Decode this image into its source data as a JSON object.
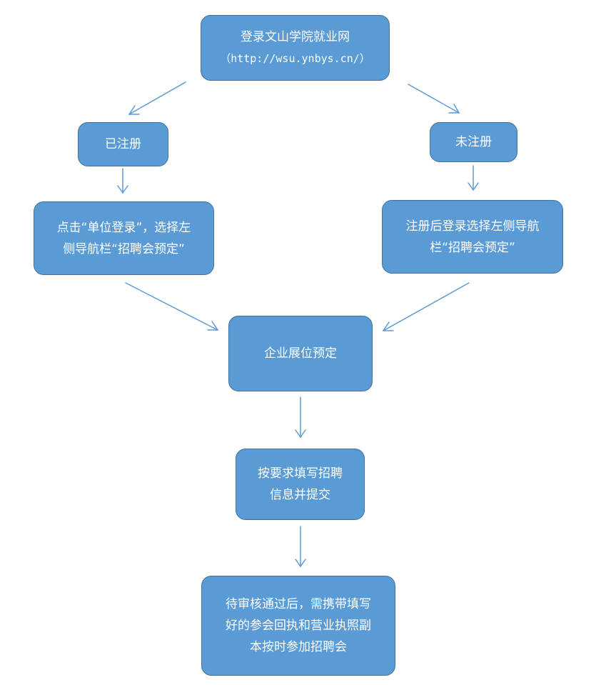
{
  "nodes": {
    "login": {
      "line1": "登录文山学院就业网",
      "line2": "（http://wsu.ynbys.cn/）"
    },
    "registered": {
      "label": "已注册"
    },
    "unregistered": {
      "label": "未注册"
    },
    "registered_step": {
      "line1": "点击“单位登录”，选择左",
      "line2": "侧导航栏“招聘会预定”"
    },
    "unregistered_step": {
      "line1": "注册后登录选择左侧导航",
      "line2": "栏“招聘会预定”"
    },
    "booth": {
      "label": "企业展位预定"
    },
    "fill_info": {
      "line1": "按要求填写招聘",
      "line2": "信息并提交"
    },
    "review": {
      "line1": "待审核通过后，需携带填写",
      "line2": "好的参会回执和营业执照副",
      "line3": "本按时参加招聘会"
    }
  },
  "colors": {
    "node_fill": "#5b9bd5",
    "node_border": "#41719c",
    "arrow": "#5b9bd5",
    "text": "#ffffff"
  }
}
